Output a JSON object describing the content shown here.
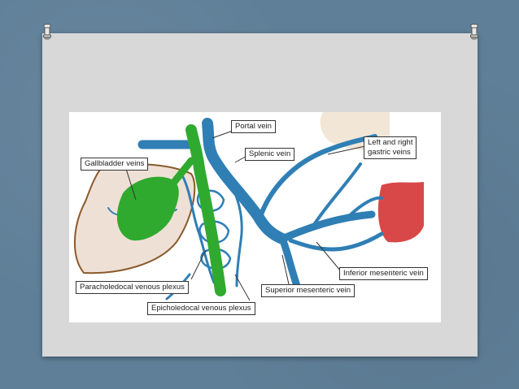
{
  "labels": {
    "portal_vein": "Portal vein",
    "splenic_vein": "Splenic vein",
    "left_right_gastric_veins_line1": "Left and right",
    "left_right_gastric_veins_line2": "gastric veins",
    "gallbladder_veins": "Gallbladder veins",
    "inferior_mesenteric_vein": "Inferior mesenteric vein",
    "paracholedocal_venous_plexus": "Paracholedocal venous plexus",
    "superior_mesenteric_vein": "Superior mesenteric vein",
    "epicholedocal_venous_plexus": "Epicholedocal venous plexus"
  },
  "colors": {
    "slide_background": "#5f7f98",
    "card": "#d8d8d8",
    "vein_blue": "#2f7fb5",
    "bile_duct_green": "#2faa2f",
    "liver_pink": "#efe0d6",
    "liver_outline": "#8a5a2a",
    "stomach_beige": "#f2e6d6",
    "spleen_red": "#d94848"
  }
}
